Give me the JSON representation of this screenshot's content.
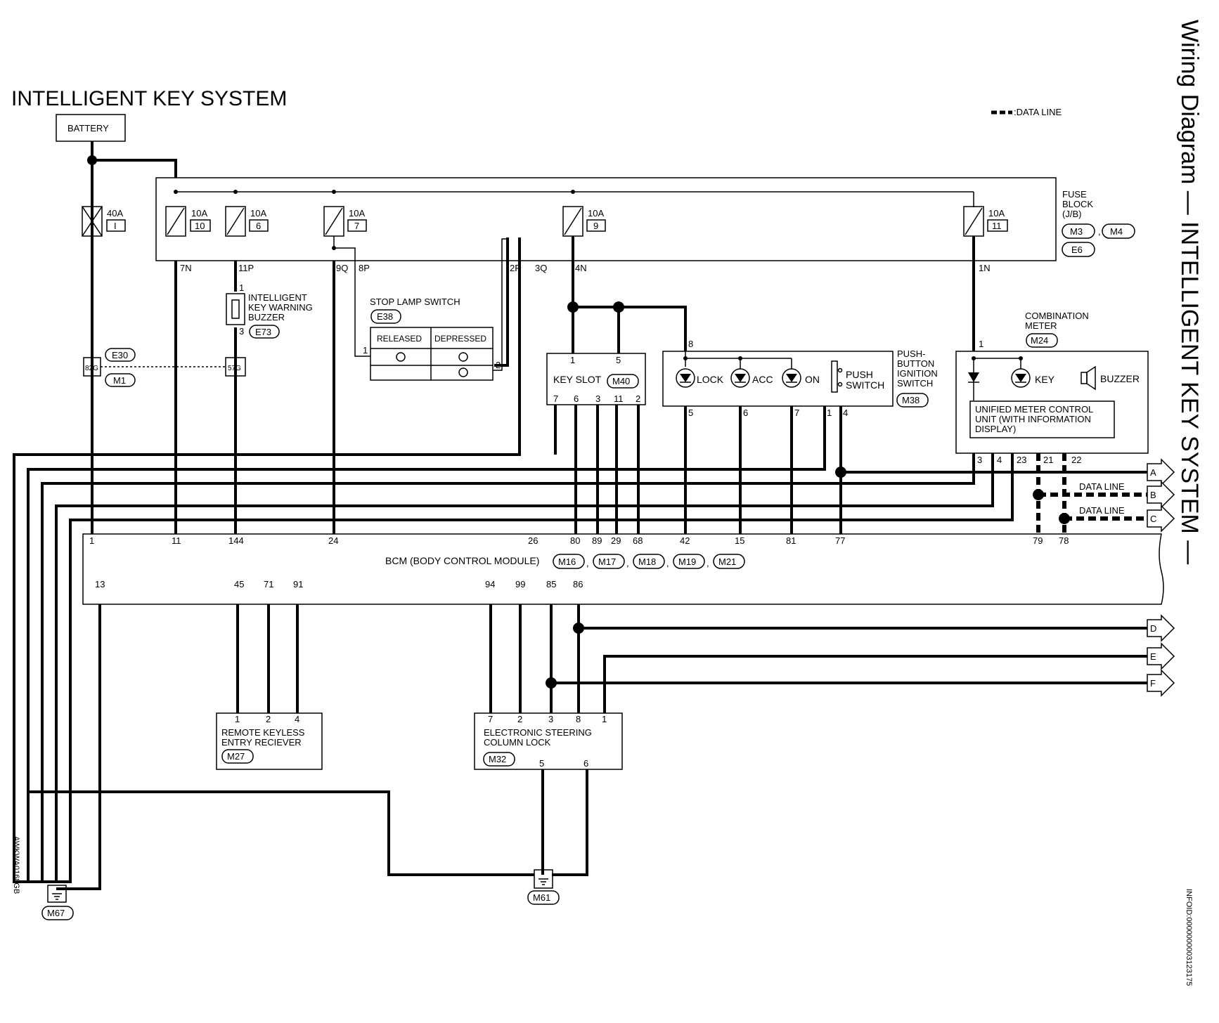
{
  "page": {
    "title": "INTELLIGENT KEY SYSTEM",
    "side_title": "Wiring Diagram — INTELLIGENT KEY SYSTEM —",
    "figure_code": "AWKWA0168GB",
    "info_id": "INFOID:0000000003123175",
    "legend_data_line": ":DATA LINE"
  },
  "battery": {
    "label": "BATTERY"
  },
  "fuse_block": {
    "label": [
      "FUSE",
      "BLOCK",
      "(J/B)"
    ],
    "connectors": [
      "M3",
      "M4",
      "E6"
    ],
    "fuses": [
      {
        "rating": "40A",
        "no": "I"
      },
      {
        "rating": "10A",
        "no": "10"
      },
      {
        "rating": "10A",
        "no": "6"
      },
      {
        "rating": "10A",
        "no": "7"
      },
      {
        "rating": "10A",
        "no": "9"
      },
      {
        "rating": "10A",
        "no": "11"
      }
    ],
    "terminals": [
      "7N",
      "11P",
      "9Q",
      "8P",
      "2P",
      "3Q",
      "4N",
      "1N"
    ]
  },
  "buzzer": {
    "label": [
      "INTELLIGENT",
      "KEY WARNING",
      "BUZZER"
    ],
    "connector": "E73",
    "pins": [
      "1",
      "3"
    ]
  },
  "joint": {
    "connectors": [
      "E30",
      "M1"
    ],
    "pins": [
      "82G",
      "57G"
    ]
  },
  "stop_lamp": {
    "label": "STOP LAMP SWITCH",
    "connector": "E38",
    "columns": [
      "RELEASED",
      "DEPRESSED"
    ],
    "pins": [
      "1",
      "2"
    ]
  },
  "key_slot": {
    "label": "KEY SLOT",
    "connector": "M40",
    "top_pins": [
      "1",
      "5"
    ],
    "bottom_pins": [
      "7",
      "6",
      "3",
      "11",
      "2"
    ]
  },
  "push_switch": {
    "label": [
      "PUSH-",
      "BUTTON",
      "IGNITION",
      "SWITCH"
    ],
    "connector": "M38",
    "items": [
      "LOCK",
      "ACC",
      "ON"
    ],
    "switch": [
      "PUSH",
      "SWITCH"
    ],
    "top_pin": "8",
    "bottom_pins": [
      "5",
      "6",
      "7",
      "1",
      "4"
    ]
  },
  "meter": {
    "label": [
      "COMBINATION",
      "METER"
    ],
    "connector": "M24",
    "items": [
      "KEY",
      "BUZZER"
    ],
    "unit": [
      "UNIFIED METER CONTROL",
      "UNIT (WITH INFORMATION",
      "DISPLAY)"
    ],
    "top_pin": "1",
    "bottom_pins": [
      "3",
      "4",
      "23",
      "21",
      "22"
    ]
  },
  "bcm": {
    "label": "BCM (BODY CONTROL MODULE)",
    "connectors": [
      "M16",
      "M17",
      "M18",
      "M19",
      "M21"
    ],
    "top_pins": [
      "1",
      "11",
      "144",
      "24",
      "26",
      "80",
      "89",
      "29",
      "68",
      "42",
      "15",
      "81",
      "77",
      "79",
      "78"
    ],
    "bottom_pins": [
      "13",
      "45",
      "71",
      "91",
      "94",
      "99",
      "85",
      "86"
    ]
  },
  "data_lines": [
    "DATA LINE",
    "DATA LINE"
  ],
  "off_page": [
    "A",
    "B",
    "C",
    "D",
    "E",
    "F"
  ],
  "rke": {
    "label": [
      "REMOTE KEYLESS",
      "ENTRY RECIEVER"
    ],
    "connector": "M27",
    "pins": [
      "1",
      "2",
      "4"
    ]
  },
  "escl": {
    "label": [
      "ELECTRONIC STEERING",
      "COLUMN LOCK"
    ],
    "connector": "M32",
    "top_pins": [
      "7",
      "2",
      "3",
      "8",
      "1"
    ],
    "bottom_pins": [
      "5",
      "6"
    ]
  },
  "grounds": [
    "M67",
    "M61"
  ]
}
